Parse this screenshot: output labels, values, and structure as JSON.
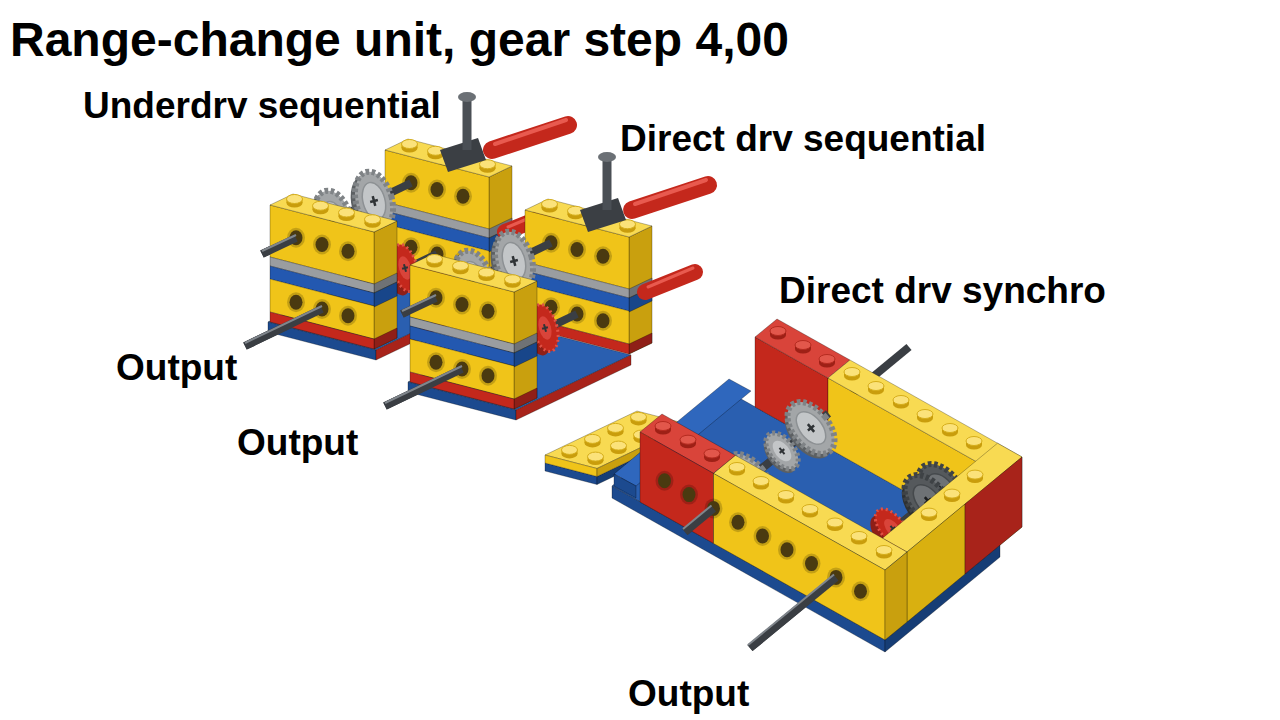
{
  "diagram": {
    "title": "Range-change unit, gear step 4,00",
    "labels": [
      "Underdrv sequential",
      "Direct drv sequential",
      "Direct drv synchro",
      "Output",
      "Output",
      "Output"
    ]
  }
}
